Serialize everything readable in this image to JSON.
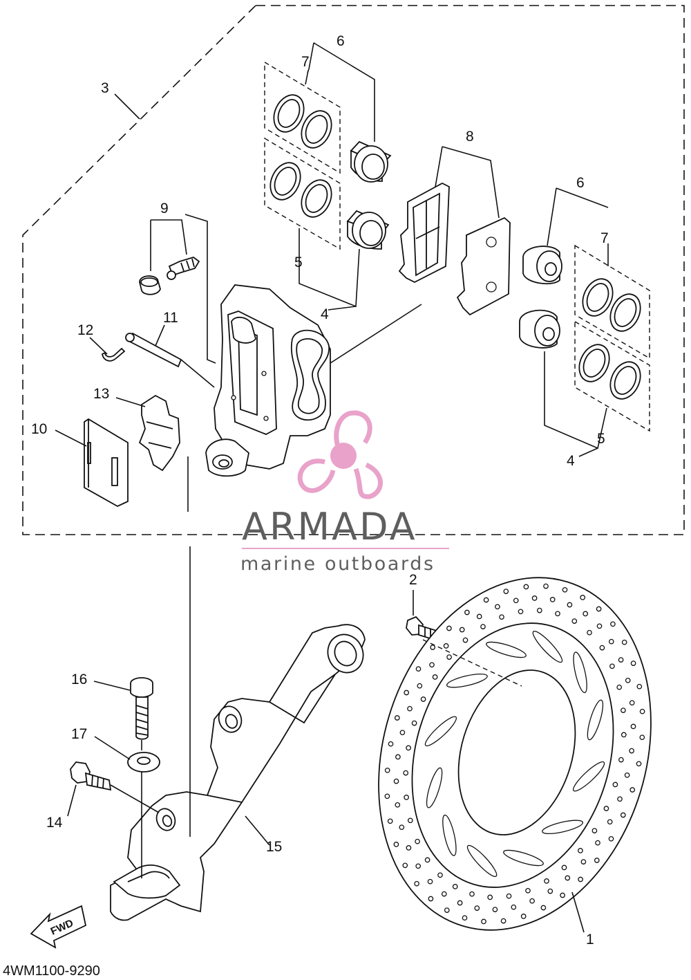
{
  "diagram": {
    "drawing_code": "4WM1100-9290",
    "callouts": {
      "c1": "1",
      "c2": "2",
      "c3": "3",
      "c4a": "4",
      "c4b": "4",
      "c5a": "5",
      "c5b": "5",
      "c6a": "6",
      "c6b": "6",
      "c7a": "7",
      "c7b": "7",
      "c8": "8",
      "c9": "9",
      "c10": "10",
      "c11": "11",
      "c12": "12",
      "c13": "13",
      "c14": "14",
      "c15": "15",
      "c16": "16",
      "c17": "17"
    },
    "fwd_label": "FWD"
  },
  "watermark": {
    "brand": "ARMADA",
    "tagline": "marine outboards",
    "logo_color": "#e9a2c9",
    "text_color": "#5e5e5e"
  }
}
